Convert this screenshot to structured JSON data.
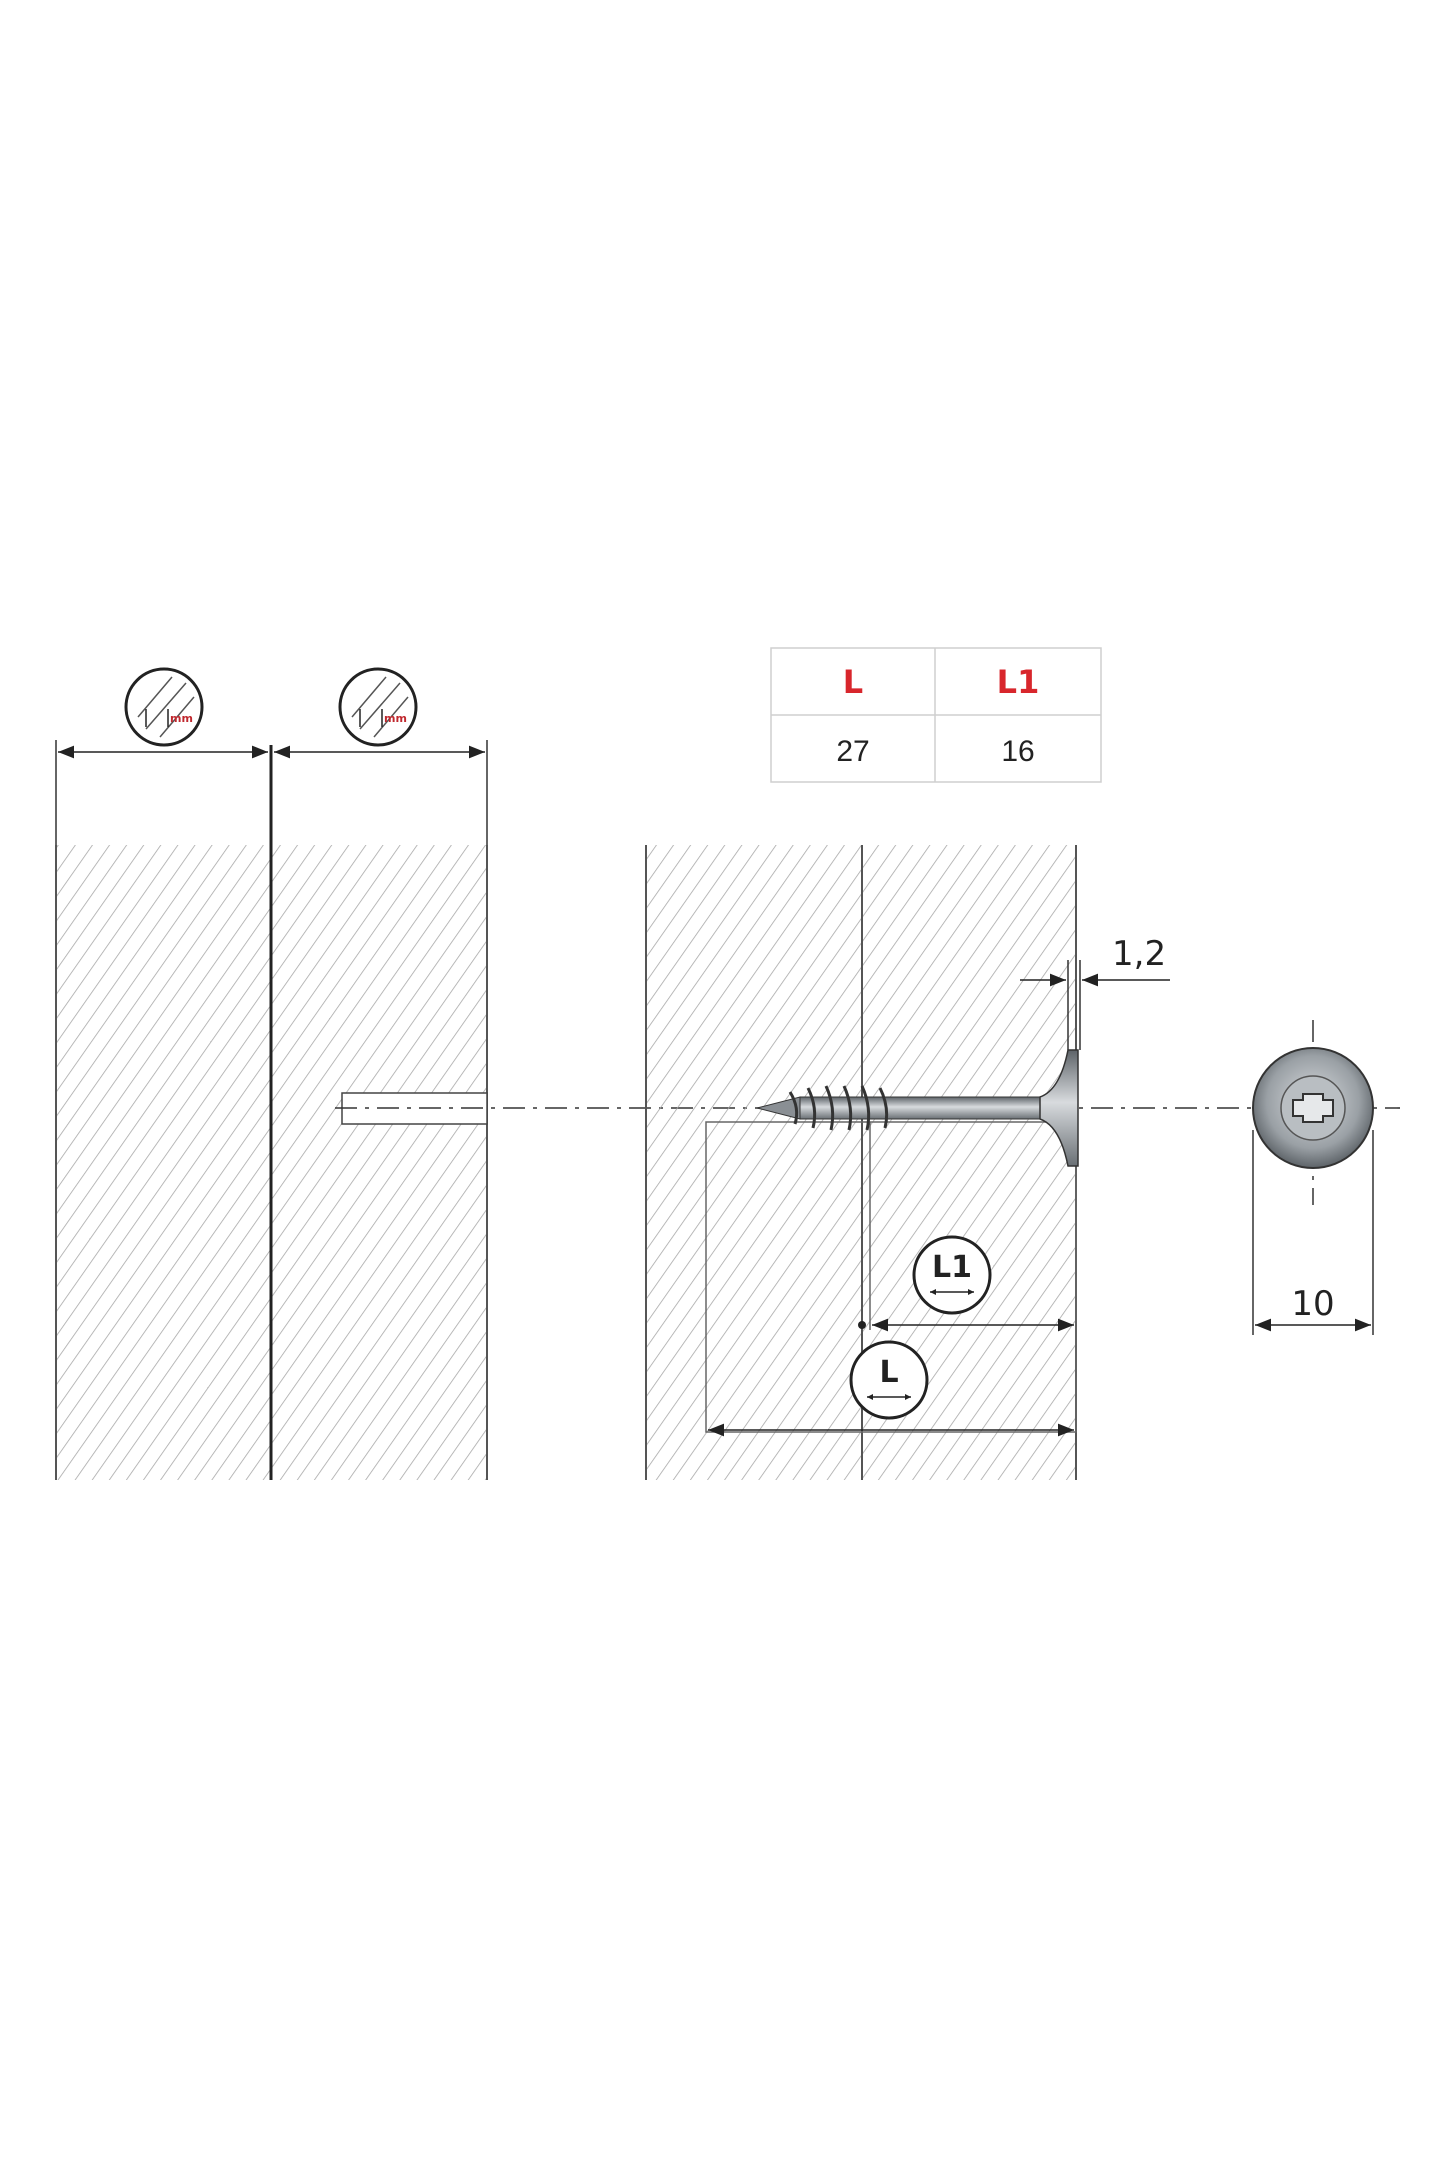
{
  "table": {
    "headers": [
      "L",
      "L1"
    ],
    "values": [
      "27",
      "16"
    ]
  },
  "dimensions": {
    "head_thickness": "1,2",
    "head_diameter": "10",
    "circle_L": "L",
    "circle_L1": "L1",
    "thickness_symbol_unit": "mm"
  },
  "colors": {
    "accent_red": "#d8262c",
    "line": "#222222",
    "hatch": "#9a9a9a",
    "screw": "#8a8f94"
  }
}
